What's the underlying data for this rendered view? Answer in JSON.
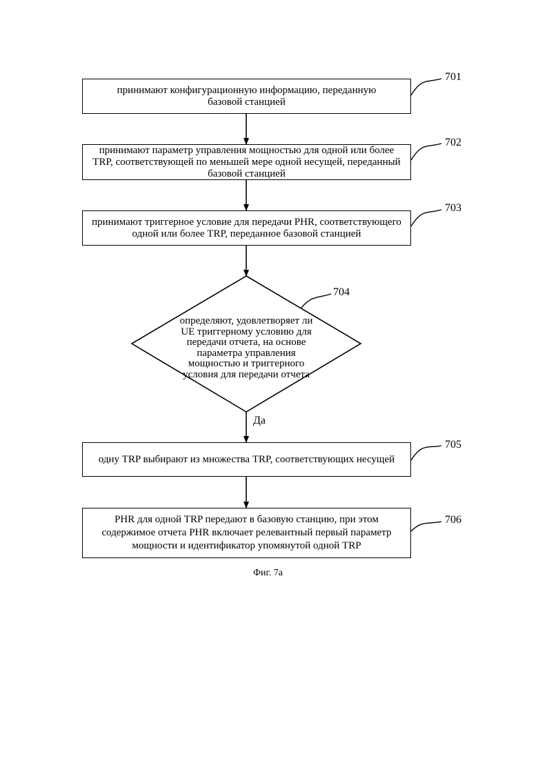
{
  "steps": [
    {
      "id": "701",
      "text": "принимают конфигурационную информацию, переданную базовой станцией"
    },
    {
      "id": "702",
      "text": "принимают параметр управления мощностью для одной или более TRP, соответствующей по меньшей мере одной несущей, переданный базовой станцией"
    },
    {
      "id": "703",
      "text": "принимают триггерное условие для передачи PHR, соответствующего одной или более TRP, переданное базовой станцией"
    },
    {
      "id": "704",
      "text": "определяют, удовлетворяет ли UE триггерному условию для передачи отчета, на основе параметра управления мощностью и триггерного условия для передачи отчета"
    },
    {
      "id": "705",
      "text": "одну TRP выбирают из множества TRP, соответствующих несущей"
    },
    {
      "id": "706",
      "text": "PHR для одной TRP передают в базовую станцию, при этом содержимое отчета PHR включает релевантный первый параметр мощности и идентификатор упомянутой одной TRP"
    }
  ],
  "yes_label": "Да",
  "caption": "Фиг. 7а"
}
